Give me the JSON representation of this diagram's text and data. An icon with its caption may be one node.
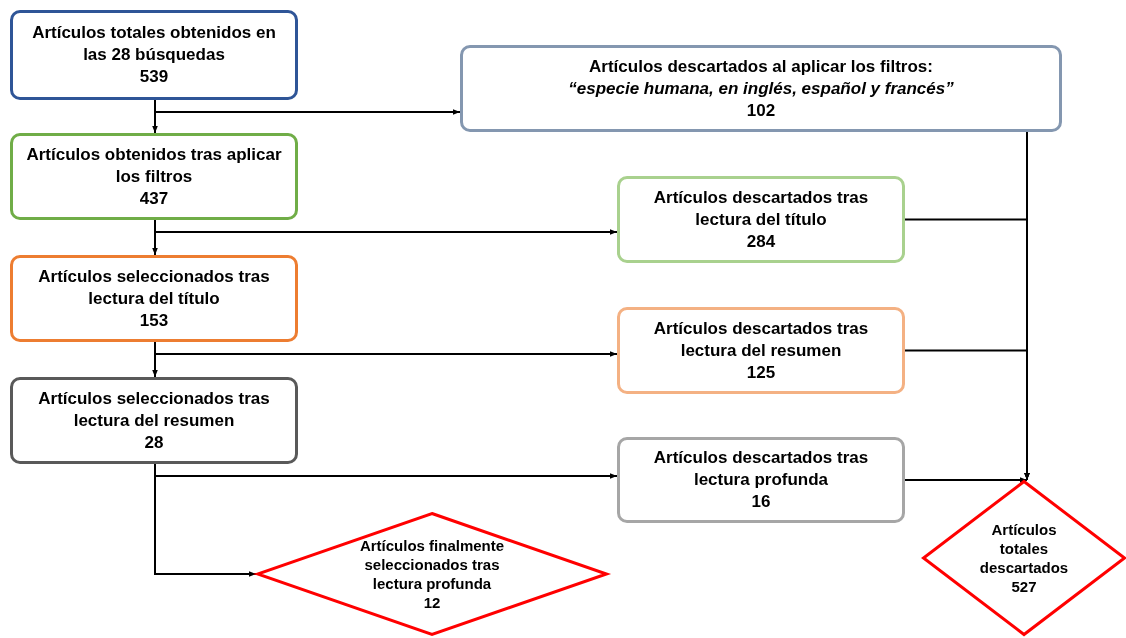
{
  "diagram": {
    "nodes": [
      {
        "text": [
          "Artículos totales obtenidos en las 28 búsquedas",
          "539"
        ]
      },
      {
        "text": [
          "Artículos descartados al aplicar los filtros:",
          "“especie humana, en inglés, español y francés”",
          "102"
        ]
      },
      {
        "text": [
          "Artículos obtenidos tras aplicar los filtros",
          "437"
        ]
      },
      {
        "text": [
          "Artículos descartados tras lectura del título",
          "284"
        ]
      },
      {
        "text": [
          "Artículos seleccionados tras lectura del título",
          "153"
        ]
      },
      {
        "text": [
          "Artículos descartados tras lectura del resumen",
          "125"
        ]
      },
      {
        "text": [
          "Artículos seleccionados tras lectura del resumen",
          "28"
        ]
      },
      {
        "text": [
          "Artículos descartados tras lectura profunda",
          "16"
        ]
      },
      {
        "text": [
          "Artículos finalmente seleccionados tras lectura profunda",
          "12"
        ]
      },
      {
        "text": [
          "Artículos totales descartados",
          "527"
        ]
      }
    ],
    "edges": [
      {
        "from": 0,
        "to": 2,
        "arrow": "to"
      },
      {
        "from": 0,
        "to": 1,
        "arrow": "to"
      },
      {
        "from": 2,
        "to": 4,
        "arrow": "to"
      },
      {
        "from": 2,
        "to": 3,
        "arrow": "to"
      },
      {
        "from": 4,
        "to": 6,
        "arrow": "to"
      },
      {
        "from": 4,
        "to": 5,
        "arrow": "to"
      },
      {
        "from": 6,
        "to": 7,
        "arrow": "to"
      },
      {
        "from": 6,
        "to": 8,
        "arrow": "to"
      },
      {
        "from": 1,
        "to": 9,
        "arrow": "to"
      },
      {
        "from": 3,
        "to": 9,
        "arrow": "to"
      },
      {
        "from": 5,
        "to": 9,
        "arrow": "to"
      },
      {
        "from": 7,
        "to": 9,
        "arrow": "to"
      }
    ]
  }
}
